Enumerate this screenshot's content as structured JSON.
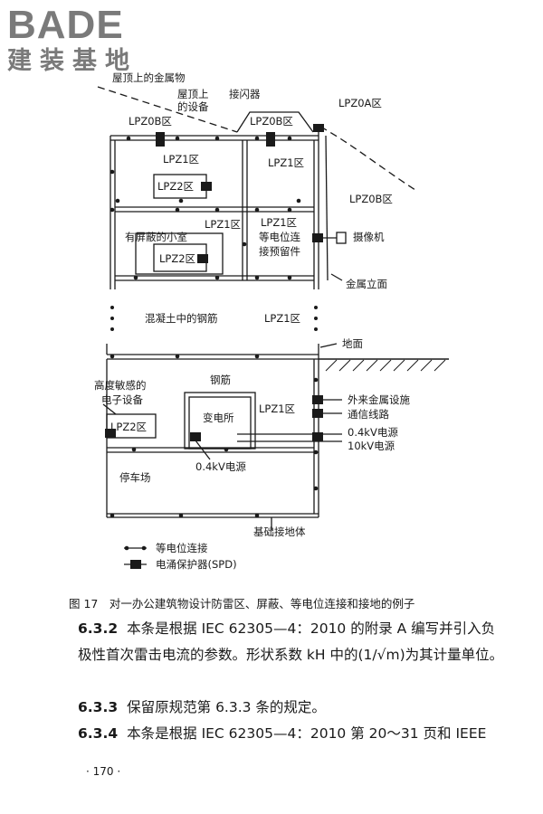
{
  "logo": {
    "word": "BADE",
    "subtitle": "建装基地"
  },
  "diagram": {
    "labels": {
      "roof_metal": "屋顶上的金属物",
      "roof_equip_1": "屋顶上",
      "roof_equip_2": "的设备",
      "arrester": "接闪器",
      "lpz0a": "LPZ0A区",
      "lpz0b_left": "LPZ0B区",
      "lpz0b_mid": "LPZ0B区",
      "lpz0b_right": "LPZ0B区",
      "lpz1_top_left": "LPZ1区",
      "lpz1_top_right": "LPZ1区",
      "lpz2_top": "LPZ2区",
      "lpz1_mid_left": "LPZ1区",
      "lpz1_mid_right": "LPZ1区",
      "shielded_room": "有屏蔽的小室",
      "lpz2_mid": "LPZ2区",
      "eq_bond_1": "等电位连",
      "eq_bond_2": "接预留件",
      "camera": "摄像机",
      "metal_facade": "金属立面",
      "rebar_concrete": "混凝土中的钢筋",
      "lpz1_center": "LPZ1区",
      "ground": "地面",
      "sensitive_1": "高度敏感的",
      "sensitive_2": "电子设备",
      "rebar": "钢筋",
      "lpz1_lower": "LPZ1区",
      "substation": "变电所",
      "lpz2_lower": "LPZ2区",
      "ext_metal": "外来金属设施",
      "comm_line": "通信线路",
      "power_04": "0.4kV电源",
      "power_10": "10kV电源",
      "power_04_inner": "0.4kV电源",
      "parking": "停车场",
      "foundation_earth": "基础接地体"
    },
    "legend": {
      "bonding": "等电位连接",
      "spd": "电涌保护器(SPD)"
    }
  },
  "caption": "图 17　对一办公建筑物设计防雷区、屏蔽、等电位连接和接地的例子",
  "paragraphs": [
    {
      "num": "6.3.2",
      "text": "本条是根据 IEC 62305—4：2010 的附录 A 编写并引入负极性首次雷击电流的参数。形状系数 kH 中的(1/√m)为其计量单位。"
    },
    {
      "num": "6.3.3",
      "text": "保留原规范第 6.3.3 条的规定。"
    },
    {
      "num": "6.3.4",
      "text": "本条是根据 IEC 62305—4：2010 第 20～31 页和 IEEE"
    }
  ],
  "page_number": "· 170 ·"
}
